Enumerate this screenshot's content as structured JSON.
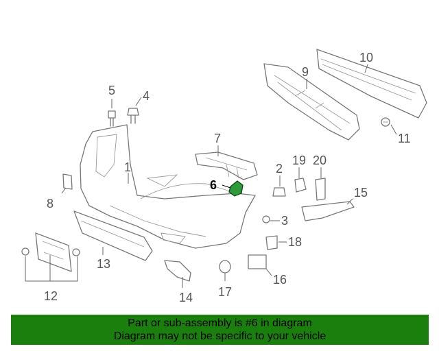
{
  "diagram": {
    "highlighted_part": "6",
    "highlight_color": "#2f9a3a",
    "callouts": [
      "1",
      "2",
      "3",
      "4",
      "5",
      "6",
      "7",
      "8",
      "9",
      "10",
      "11",
      "12",
      "13",
      "14",
      "15",
      "16",
      "17",
      "18",
      "19",
      "20"
    ]
  },
  "banner": {
    "line1": "Part or sub-assembly is #6 in diagram",
    "line2": "Diagram may not be specific to your vehicle",
    "background": "#1a7f0c"
  }
}
